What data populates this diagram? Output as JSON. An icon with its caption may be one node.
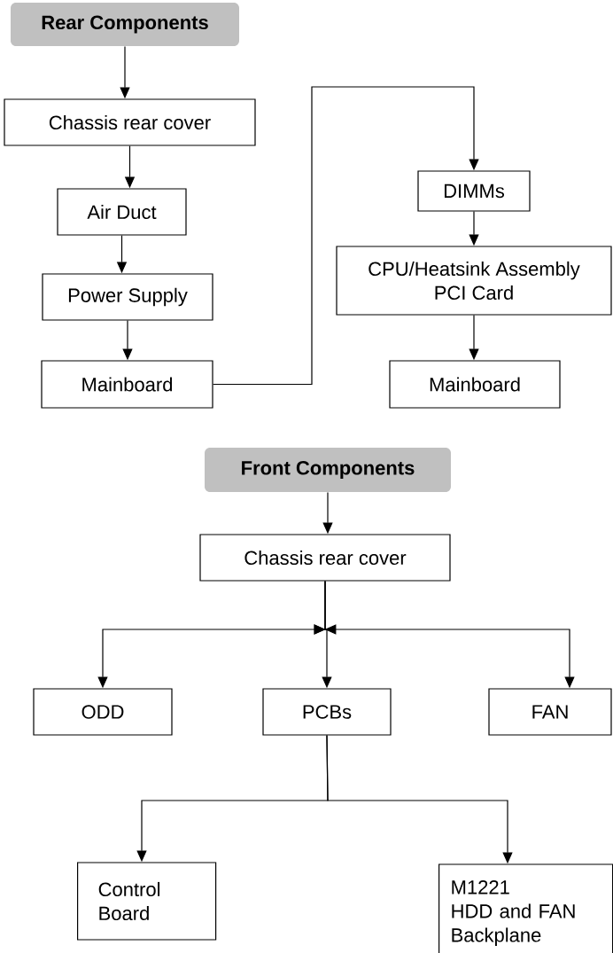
{
  "diagram": {
    "nodes": [
      {
        "text": [
          "Rear Components"
        ]
      },
      {
        "text": [
          "Chassis rear cover"
        ]
      },
      {
        "text": [
          "Air Duct"
        ]
      },
      {
        "text": [
          "Power Supply"
        ]
      },
      {
        "text": [
          "Mainboard"
        ]
      },
      {
        "text": [
          "DIMMs"
        ]
      },
      {
        "text": [
          "CPU/Heatsink Assembly",
          "PCI Card"
        ]
      },
      {
        "text": [
          "Mainboard"
        ]
      },
      {
        "text": [
          "Front Components"
        ]
      },
      {
        "text": [
          "Chassis rear cover"
        ]
      },
      {
        "text": [
          "ODD"
        ]
      },
      {
        "text": [
          "PCBs"
        ]
      },
      {
        "text": [
          "FAN"
        ]
      },
      {
        "text": [
          "Control Board"
        ]
      },
      {
        "text": [
          "M1221",
          "HDD and FAN Backplane"
        ]
      }
    ],
    "edges": [
      {
        "from": 0,
        "to": 1,
        "arrow": "to"
      },
      {
        "from": 1,
        "to": 2,
        "arrow": "to"
      },
      {
        "from": 2,
        "to": 3,
        "arrow": "to"
      },
      {
        "from": 3,
        "to": 4,
        "arrow": "to"
      },
      {
        "from": 4,
        "to": 5,
        "arrow": "to"
      },
      {
        "from": 5,
        "to": 6,
        "arrow": "to"
      },
      {
        "from": 6,
        "to": 7,
        "arrow": "to"
      },
      {
        "from": 8,
        "to": 9,
        "arrow": "to"
      },
      {
        "from": 9,
        "to": 10,
        "arrow": "to"
      },
      {
        "from": 9,
        "to": 11,
        "arrow": "to"
      },
      {
        "from": 9,
        "to": 12,
        "arrow": "to"
      },
      {
        "from": 11,
        "to": 13,
        "arrow": "to"
      },
      {
        "from": 11,
        "to": 14,
        "arrow": "to"
      }
    ]
  }
}
